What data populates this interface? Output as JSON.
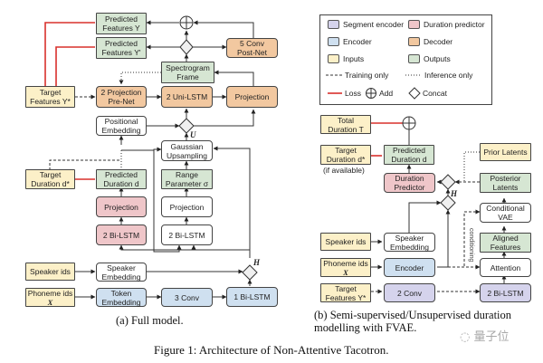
{
  "figure": {
    "caption": "Figure 1: Architecture of Non-Attentive Tacotron.",
    "watermark": "量子位"
  },
  "panel_a": {
    "caption": "(a) Full model.",
    "nodes": {
      "predicted_features_y": {
        "line1": "Predicted",
        "line2": "Features Y",
        "category": "outputs"
      },
      "predicted_features_yp": {
        "line1": "Predicted",
        "line2": "Features Y'",
        "category": "outputs"
      },
      "postnet": {
        "line1": "5 Conv",
        "line2": "Post-Net",
        "category": "decoder"
      },
      "spectrogram_frame": {
        "line1": "Spectrogram",
        "line2": "Frame",
        "category": "outputs"
      },
      "target_features": {
        "line1": "Target",
        "line2": "Features Y*",
        "category": "inputs"
      },
      "prenet": {
        "line1": "2 Projection",
        "line2": "Pre-Net",
        "category": "decoder"
      },
      "uni_lstm": {
        "line1": "2 Uni-LSTM",
        "category": "decoder"
      },
      "projection_dec": {
        "line1": "Projection",
        "category": "decoder"
      },
      "positional_embedding": {
        "line1": "Positional",
        "line2": "Embedding",
        "category": "plain"
      },
      "gaussian_upsampling": {
        "line1": "Gaussian",
        "line2": "Upsampling",
        "category": "plain"
      },
      "target_duration": {
        "line1": "Target",
        "line2": "Duration d*",
        "category": "inputs"
      },
      "predicted_duration": {
        "line1": "Predicted",
        "line2": "Duration d",
        "category": "outputs"
      },
      "range_parameter": {
        "line1": "Range",
        "line2": "Parameter σ",
        "category": "outputs"
      },
      "projection_dur": {
        "line1": "Projection",
        "category": "duration predictor"
      },
      "projection_range": {
        "line1": "Projection",
        "category": "plain"
      },
      "bilstm_dur": {
        "line1": "2 Bi-LSTM",
        "category": "duration predictor"
      },
      "bilstm_range": {
        "line1": "2 Bi-LSTM",
        "category": "plain"
      },
      "speaker_ids": {
        "line1": "Speaker ids",
        "category": "inputs"
      },
      "speaker_embedding": {
        "line1": "Speaker",
        "line2": "Embedding",
        "category": "plain"
      },
      "phoneme_ids": {
        "line1": "Phoneme ids",
        "line2": "X",
        "category": "inputs"
      },
      "token_embedding": {
        "line1": "Token",
        "line2": "Embedding",
        "category": "encoder"
      },
      "conv3": {
        "line1": "3 Conv",
        "category": "encoder"
      },
      "bilstm1": {
        "line1": "1 Bi-LSTM",
        "category": "encoder"
      }
    },
    "labels": {
      "U": "U",
      "H": "H"
    }
  },
  "panel_b": {
    "caption_line1": "(b) Semi-supervised/Unsupervised duration",
    "caption_line2": "modelling with FVAE.",
    "nodes": {
      "total_duration": {
        "line1": "Total",
        "line2": "Duration T",
        "category": "inputs"
      },
      "target_duration": {
        "line1": "Target",
        "line2": "Duration d*",
        "note": "(if available)",
        "category": "inputs"
      },
      "predicted_duration": {
        "line1": "Predicted",
        "line2": "Duration d",
        "category": "outputs"
      },
      "prior_latents": {
        "line1": "Prior Latents",
        "category": "inputs"
      },
      "duration_predictor": {
        "line1": "Duration",
        "line2": "Predictor",
        "category": "duration predictor"
      },
      "posterior_latents": {
        "line1": "Posterior",
        "line2": "Latents",
        "category": "outputs"
      },
      "conditional_vae": {
        "line1": "Conditional",
        "line2": "VAE",
        "category": "plain"
      },
      "aligned_features": {
        "line1": "Aligned",
        "line2": "Features",
        "category": "outputs"
      },
      "speaker_ids": {
        "line1": "Speaker ids",
        "category": "inputs"
      },
      "speaker_embedding": {
        "line1": "Speaker",
        "line2": "Embedding",
        "category": "plain"
      },
      "phoneme_ids": {
        "line1": "Phoneme ids",
        "line2": "X",
        "category": "inputs"
      },
      "encoder": {
        "line1": "Encoder",
        "category": "encoder"
      },
      "attention": {
        "line1": "Attention",
        "category": "plain"
      },
      "target_features": {
        "line1": "Target",
        "line2": "Features Y*",
        "category": "inputs"
      },
      "conv2": {
        "line1": "2 Conv",
        "category": "segment encoder"
      },
      "bilstm2": {
        "line1": "2 Bi-LSTM",
        "category": "segment encoder"
      }
    },
    "labels": {
      "H": "H",
      "conditioning": "conditioning"
    }
  },
  "legend": {
    "items": [
      {
        "label": "Segment encoder",
        "color": "#d5d3ec"
      },
      {
        "label": "Duration predictor",
        "color": "#efc6c9"
      },
      {
        "label": "Encoder",
        "color": "#cfe0f0"
      },
      {
        "label": "Decoder",
        "color": "#f2c8a0"
      },
      {
        "label": "Inputs",
        "color": "#fcf0c8"
      },
      {
        "label": "Outputs",
        "color": "#d6e6d3"
      }
    ],
    "training_only": "Training only",
    "inference_only": "Inference only",
    "loss": "Loss",
    "add": "Add",
    "concat": "Concat",
    "loss_color": "#d9302c"
  }
}
